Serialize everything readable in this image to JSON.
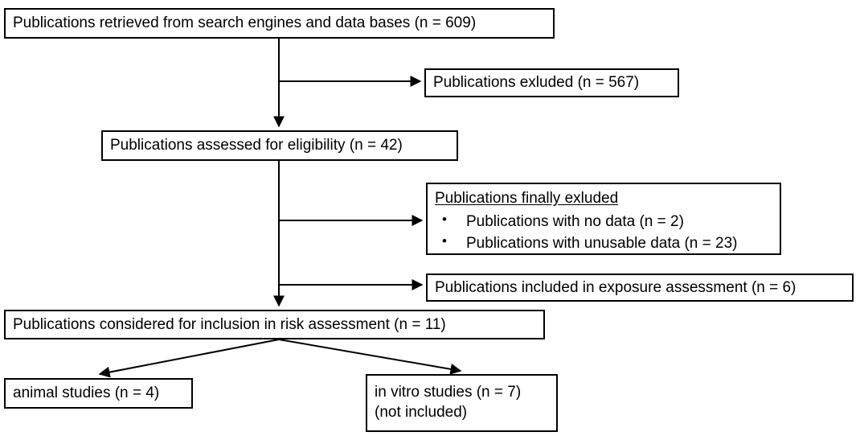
{
  "diagram": {
    "title": "Publication selection flow diagram",
    "type": "flowchart",
    "stroke_color": "#000000",
    "background_color": "#ffffff",
    "nodes": {
      "retrieved": {
        "label": "Publications retrieved from search engines and data bases (n = 609)",
        "count": 609
      },
      "excluded": {
        "label": "Publications exluded (n = 567)",
        "count": 567
      },
      "eligibility": {
        "label": "Publications assessed for eligibility (n = 42)",
        "count": 42
      },
      "finally_excluded": {
        "heading": "Publications finally exluded",
        "bullets": [
          {
            "label": "Publications with no data (n = 2)",
            "count": 2
          },
          {
            "label": "Publications with unusable data (n = 23)",
            "count": 23
          }
        ]
      },
      "exposure": {
        "label": "Publications included in exposure assessment (n = 6)",
        "count": 6
      },
      "considered": {
        "label": "Publications considered for inclusion in risk assessment (n = 11)",
        "count": 11
      },
      "animal": {
        "label": "animal studies (n = 4)",
        "count": 4
      },
      "invitro": {
        "line1": "in vitro studies (n = 7)",
        "line2": "(not included)",
        "count": 7
      }
    }
  }
}
